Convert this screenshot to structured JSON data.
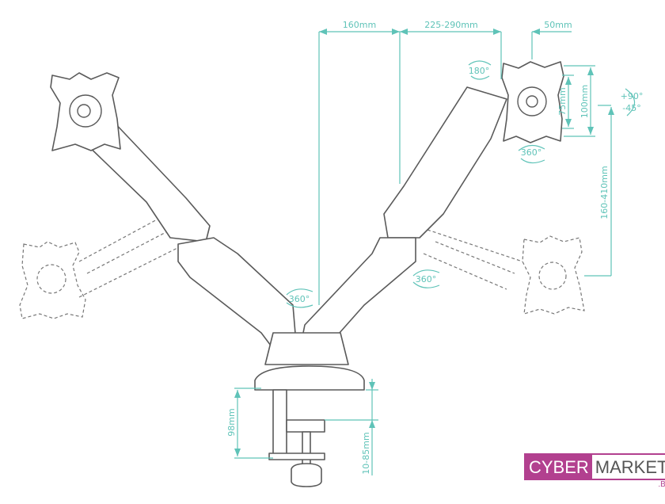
{
  "dimensions": {
    "arm_offset": "160mm",
    "arm_extension": "225-290mm",
    "plate_offset": "50mm",
    "vesa_small": "75mm",
    "vesa_large": "100mm",
    "height_range": "160-410mm",
    "clamp_height": "98mm",
    "desk_thickness": "10-85mm"
  },
  "rotations": {
    "swivel": "180°",
    "tilt_up": "+90°",
    "tilt_down": "-45°",
    "rotate_plate": "360°",
    "rotate_base": "360°",
    "rotate_elbow": "360°"
  },
  "logo": {
    "part1": "CYBER",
    "part2": "MARKET",
    "suffix": ".BY"
  },
  "colors": {
    "dimension": "#5fc3b8",
    "line_art": "#5a5a5a",
    "brand": "#b2408f"
  }
}
